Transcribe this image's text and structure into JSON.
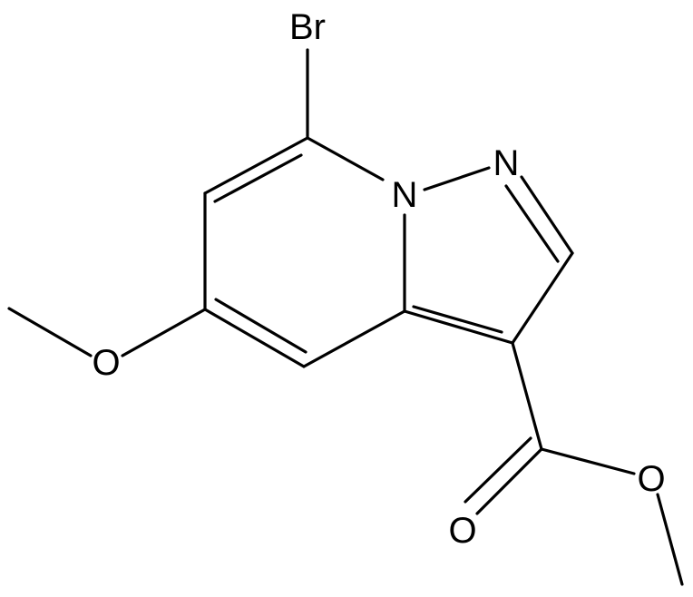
{
  "molecule": {
    "atoms": {
      "br": "Br",
      "n1": "N",
      "n2": "N",
      "o_methoxy": "O",
      "o_carbonyl": "O",
      "o_ester": "O"
    },
    "colors": {
      "bond": "#000000",
      "label": "#000000",
      "background": "#ffffff"
    }
  }
}
